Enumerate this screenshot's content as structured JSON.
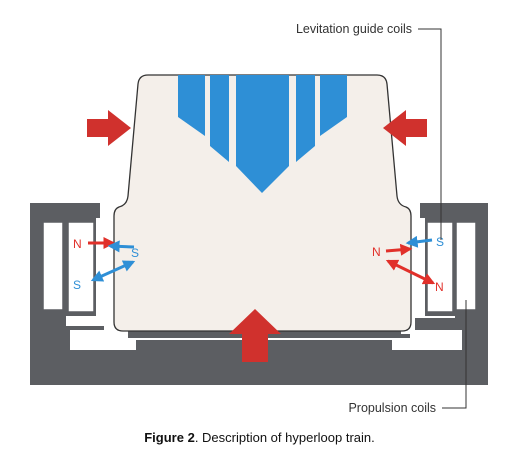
{
  "labels": {
    "levitation_coils": "Levitation guide coils",
    "propulsion_coils": "Propulsion coils"
  },
  "poles": {
    "left_north": "N",
    "left_south_upper": "S",
    "left_south_lower": "S",
    "right_south": "S",
    "right_north_upper": "N",
    "right_north_lower": "N"
  },
  "caption": {
    "label": "Figure 2",
    "text": ". Description of hyperloop train."
  },
  "colors": {
    "guideway": "#5c5e62",
    "vehicle_body": "#f4efea",
    "vehicle_outline": "#333333",
    "window_blue": "#2e8fd6",
    "force_arrow_red": "#d0312d",
    "north_pole_red": "#e1302a",
    "south_pole_blue": "#2e8fd6"
  }
}
